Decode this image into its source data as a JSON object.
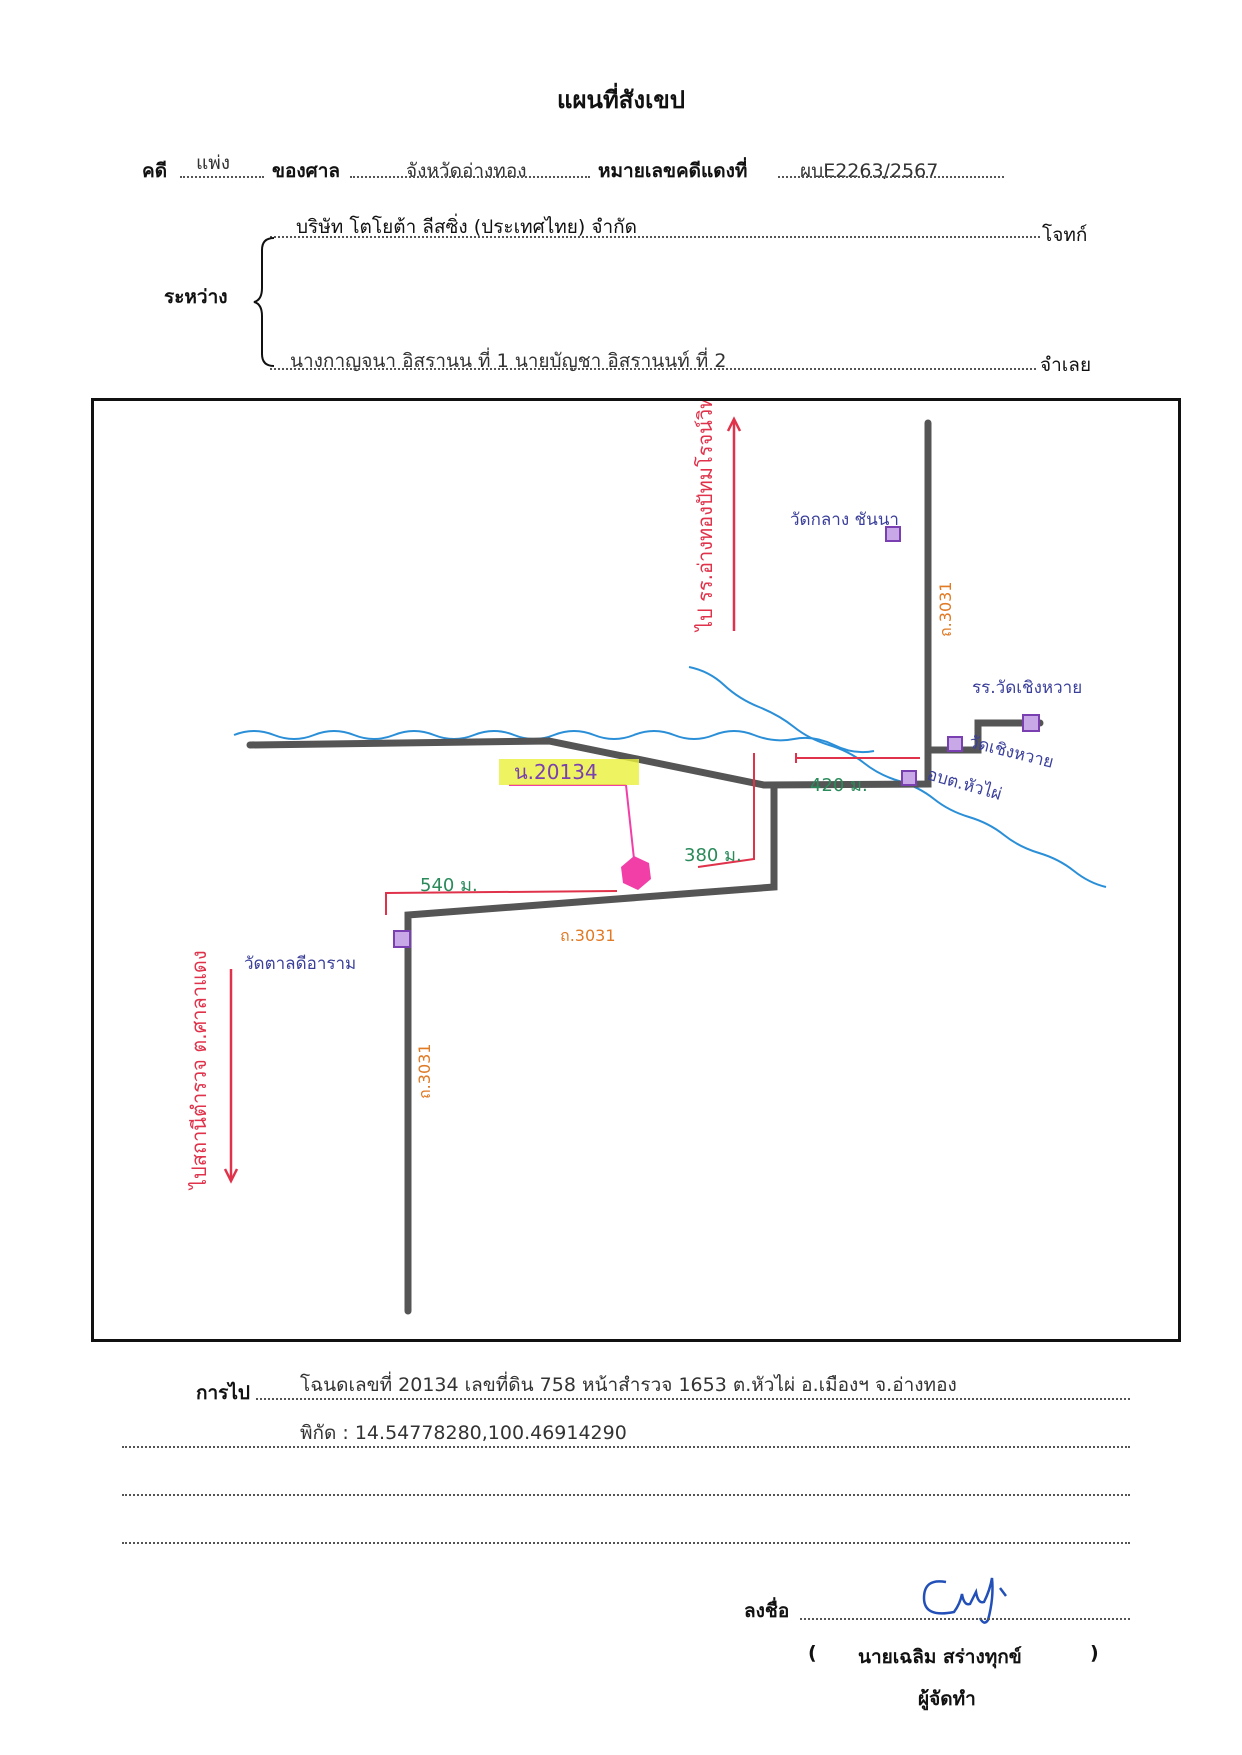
{
  "title": "แผนที่สังเขป",
  "case": {
    "label_case": "คดี",
    "case_type": "แพ่ง",
    "label_court": "ของศาล",
    "court": "จังหวัดอ่างทอง",
    "label_number": "หมายเลขคดีแดงที่",
    "number": "ผบE2263/2567"
  },
  "parties": {
    "between_label": "ระหว่าง",
    "plaintiff": "บริษัท โตโยต้า ลีสซิ่ง (ประเทศไทย) จำกัด",
    "plaintiff_role": "โจทก์",
    "defendant": "นางกาญจนา อิสรานน ที่ 1 นายบัญชา อิสรานนท์ ที่ 2",
    "defendant_role": "จำเลย"
  },
  "map": {
    "labels": {
      "to_north": "ไป รร.อ่างทองปัทมโรจน์วิทยาคม",
      "to_south": "ไปสถานีตำรวจ ต.ศาลาแดง",
      "wat_klang": "วัดกลาง ชันนา",
      "school": "รร.วัดเชิงหวาย",
      "wat_choeng": "วัดเชิงหวาย",
      "obt": "อบต.หัวไผ่",
      "wat_west": "วัดตาลดีอาราม",
      "road_north": "ถ.3031",
      "road_mid": "ถ.3031",
      "road_south": "ถ.3031",
      "deed": "น.20134",
      "dist_420": "420 ม.",
      "dist_380": "380 ม.",
      "dist_540": "540 ม."
    },
    "colors": {
      "road": "#555555",
      "river": "#2b8fd8",
      "arrow": "#e0324a",
      "road_label": "#e07a25",
      "distance": "#2a8a5a",
      "place": "#3a3f9a",
      "landmark": "#7a3fb0",
      "target": "#f23fa8",
      "highlight": "#e8f03a"
    }
  },
  "directions": {
    "label": "การไป",
    "line1": "โฉนดเลขที่ 20134 เลขที่ดิน 758 หน้าสำรวจ 1653  ต.หัวไผ่  อ.เมืองฯ  จ.อ่างทอง",
    "line2": "พิกัด :    14.54778280,100.46914290"
  },
  "signature": {
    "label": "ลงชื่อ",
    "open_paren": "(",
    "name": "นายเฉลิม  สร่างทุกข์",
    "close_paren": ")",
    "role": "ผู้จัดทำ"
  }
}
